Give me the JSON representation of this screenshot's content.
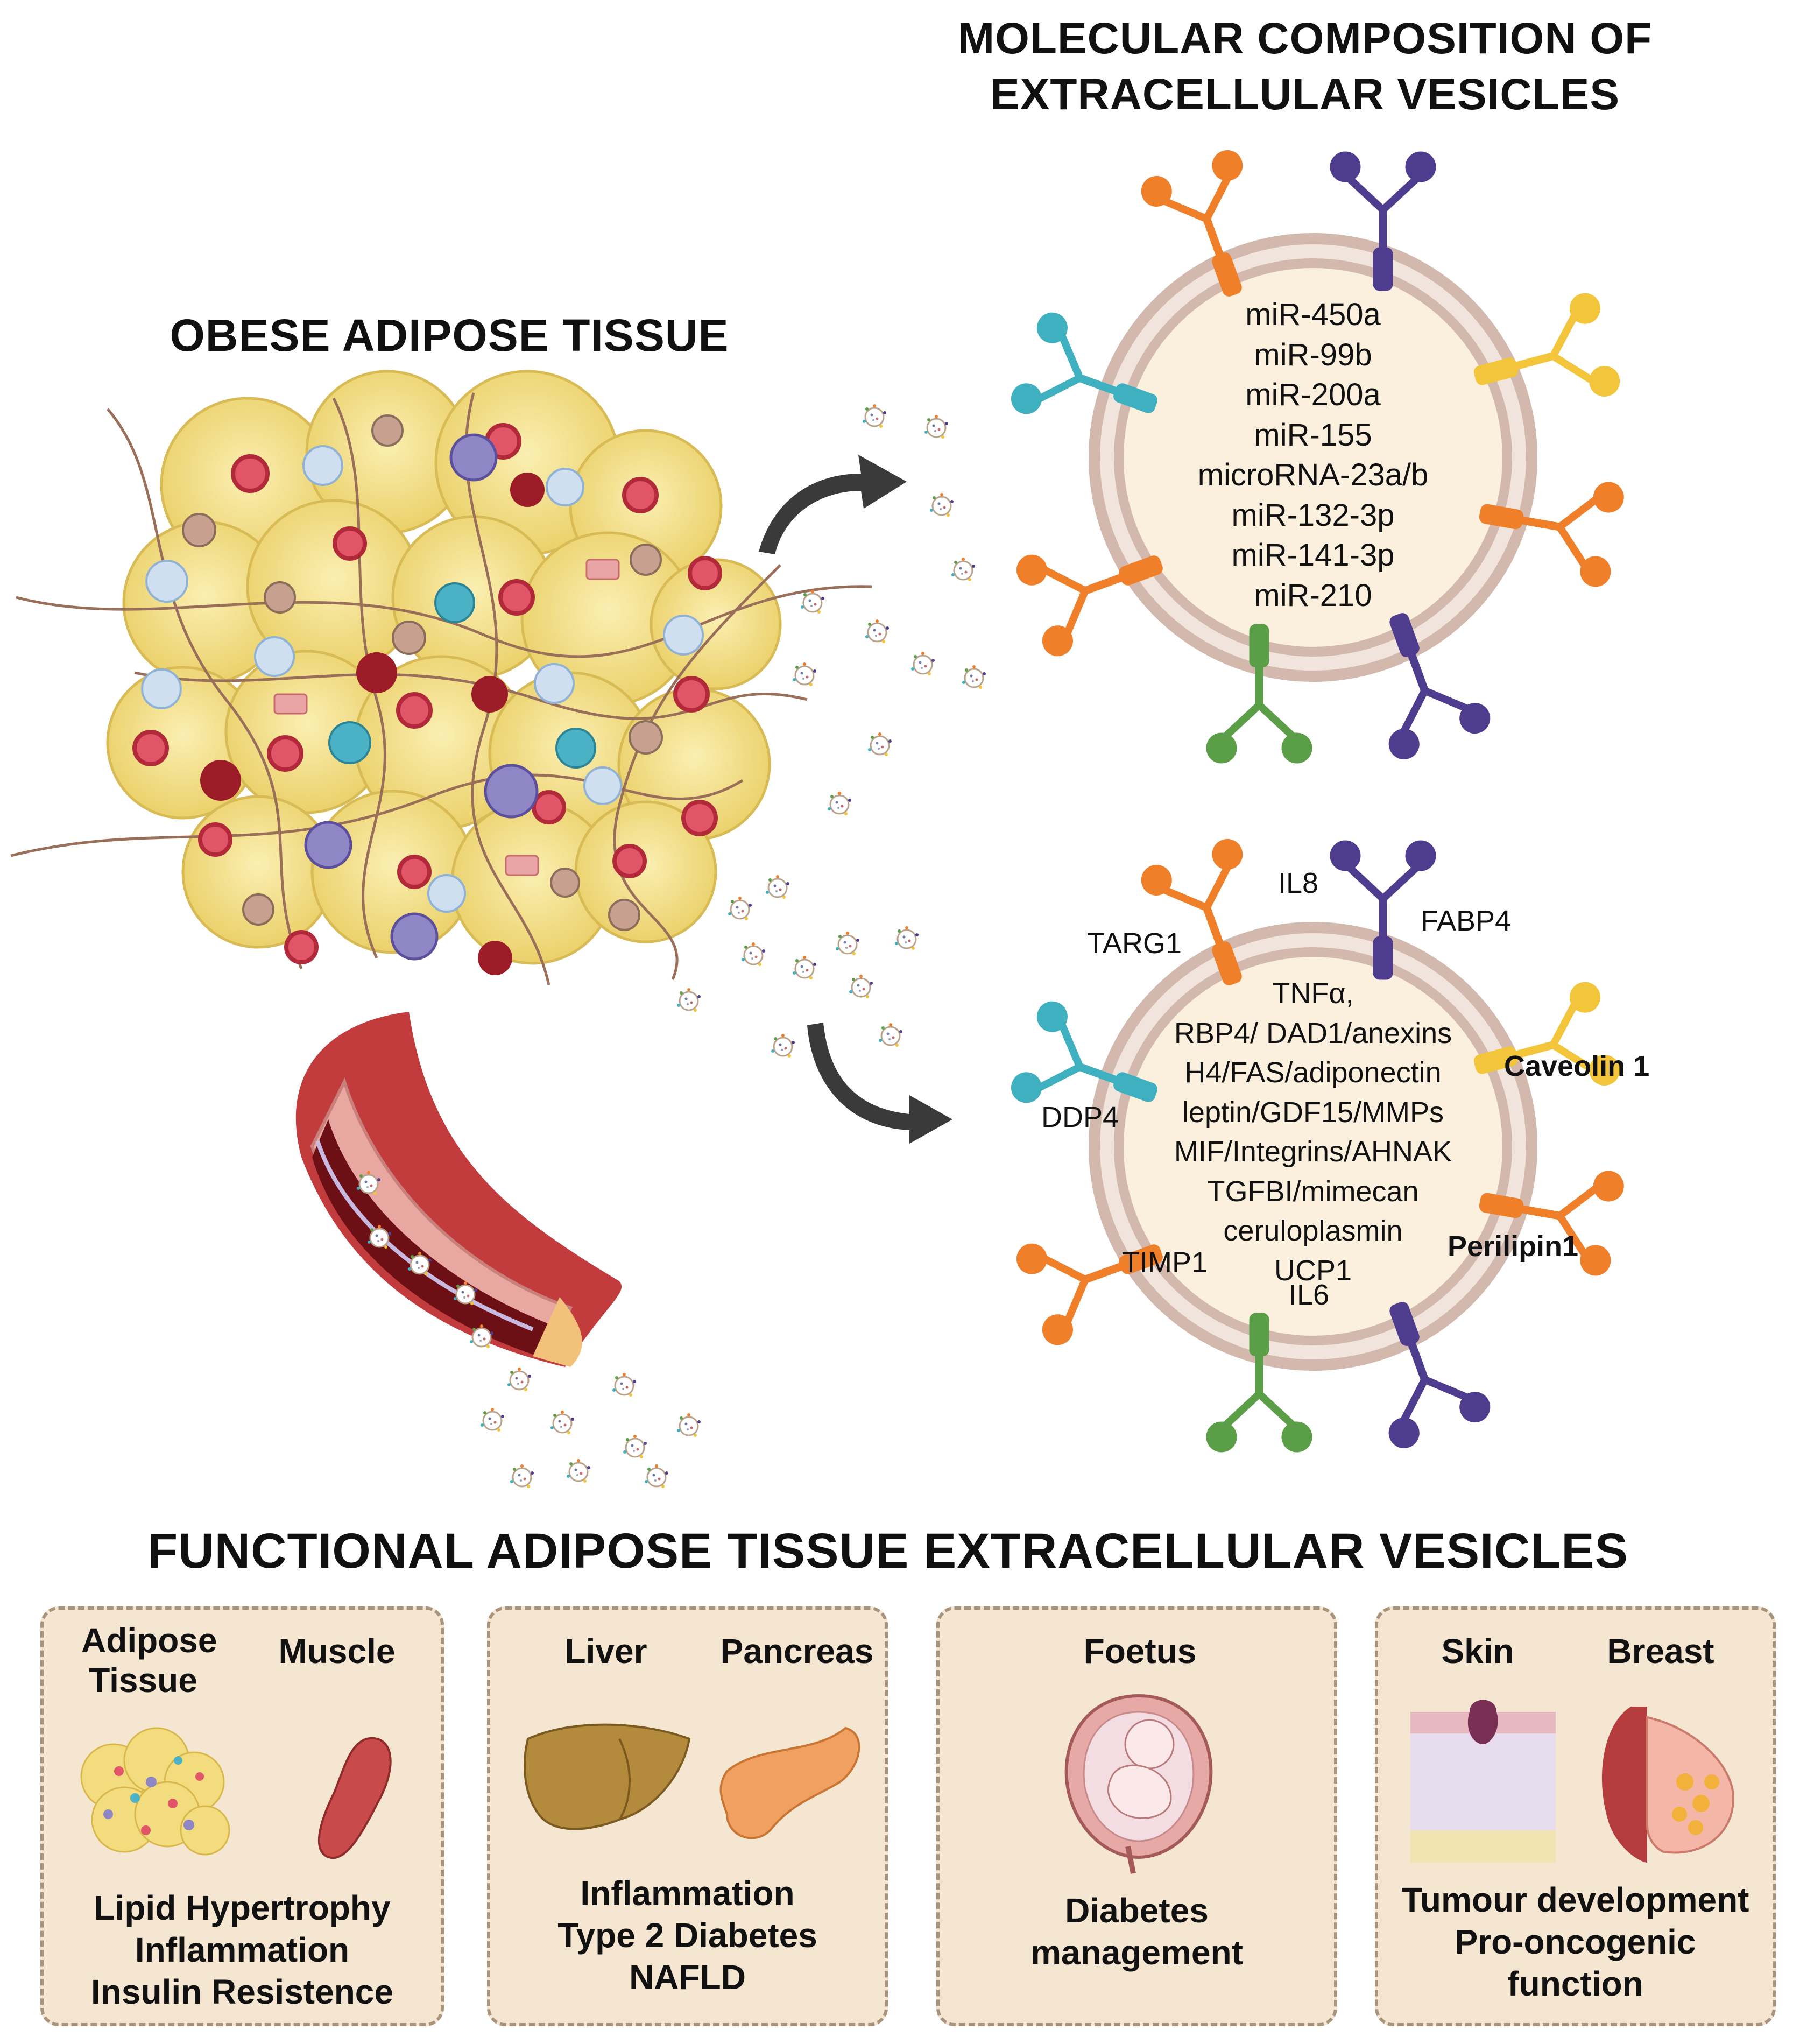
{
  "titles": {
    "composition": "MOLECULAR COMPOSITION OF EXTRACELLULAR VESICLES",
    "obese": "OBESE ADIPOSE TISSUE",
    "functional": "FUNCTIONAL ADIPOSE TISSUE EXTRACELLULAR VESICLES"
  },
  "mirna_vesicle": {
    "cargo": [
      "miR-450a",
      "miR-99b",
      "miR-200a",
      "miR-155",
      "microRNA-23a/b",
      "miR-132-3p",
      "miR-141-3p",
      "miR-210"
    ]
  },
  "protein_vesicle": {
    "cargo": [
      "TNFα,",
      "RBP4/ DAD1/anexins",
      "H4/FAS/adiponectin",
      "leptin/GDF15/MMPs",
      "MIF/Integrins/AHNAK",
      "TGFBI/mimecan",
      "ceruloplasmin",
      "UCP1"
    ],
    "surface_labels": {
      "il8": "IL8",
      "fabp4": "FABP4",
      "targ1": "TARG1",
      "caveolin": "Caveolin 1",
      "ddp4": "DDP4",
      "timp1": "TIMP1",
      "il6": "IL6",
      "perilipin": "Perilipin1"
    }
  },
  "panels": [
    {
      "organs": [
        "Adipose Tissue",
        "Muscle"
      ],
      "effects": [
        "Lipid Hypertrophy",
        "Inflammation",
        "Insulin Resistence"
      ]
    },
    {
      "organs": [
        "Liver",
        "Pancreas"
      ],
      "effects": [
        "Inflammation",
        "Type 2 Diabetes",
        "NAFLD"
      ]
    },
    {
      "organs": [
        "Foetus"
      ],
      "effects": [
        "Diabetes",
        "management"
      ]
    },
    {
      "organs": [
        "Skin",
        "Breast"
      ],
      "effects": [
        "Tumour development",
        "Pro-oncogenic",
        "function"
      ]
    }
  ],
  "colors": {
    "receptor_orange": "#f07f2a",
    "receptor_purple": "#4e3d8f",
    "receptor_yellow": "#f2c53a",
    "receptor_teal": "#3fb0bf",
    "receptor_green": "#5a9e48",
    "membrane": "#c8ada4",
    "vesicle_fill": "#fbf0dd",
    "panel_fill": "#f4e6d1",
    "adipocyte": "#f3dc7d"
  }
}
